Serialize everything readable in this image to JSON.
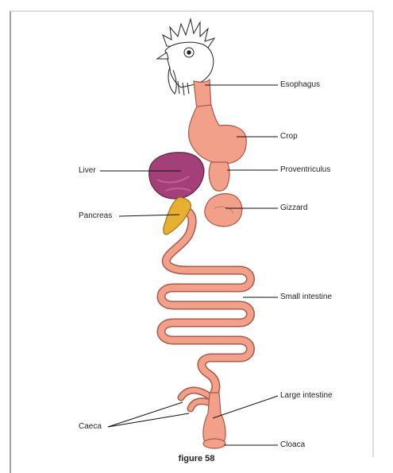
{
  "labels": {
    "esophagus": "Esophagus",
    "crop": "Crop",
    "proventriculus": "Proventriculus",
    "gizzard": "Gizzard",
    "liver": "Liver",
    "pancreas": "Pancreas",
    "small_intestine": "Small intestine",
    "large_intestine": "Large intestine",
    "caeca": "Caeca",
    "cloaca": "Cloaca"
  },
  "caption": "figure 58",
  "colors": {
    "organ": "#f2a08a",
    "organ_outline": "#a65a48",
    "liver": "#a3407a",
    "pancreas": "#e8b030",
    "leader": "#111111"
  }
}
